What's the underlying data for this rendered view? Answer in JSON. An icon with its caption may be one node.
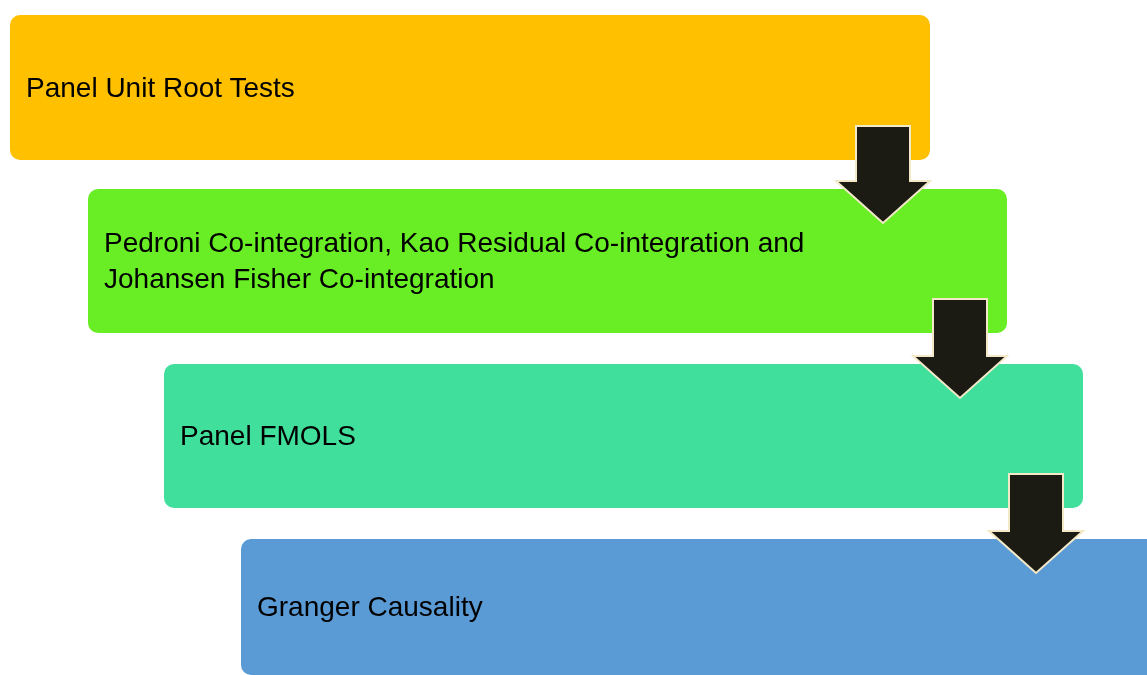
{
  "diagram": {
    "nodes": [
      {
        "text": [
          "Panel Unit Root Tests"
        ]
      },
      {
        "text": [
          "Pedroni Co-integration, Kao Residual Co-integration and Johansen Fisher Co-integration"
        ]
      },
      {
        "text": [
          "Panel FMOLS"
        ]
      },
      {
        "text": [
          "Granger Causality"
        ]
      }
    ],
    "edges": [
      {
        "from": 0,
        "to": 1,
        "arrow": "to"
      },
      {
        "from": 1,
        "to": 2,
        "arrow": "to"
      },
      {
        "from": 2,
        "to": 3,
        "arrow": "to"
      }
    ]
  }
}
